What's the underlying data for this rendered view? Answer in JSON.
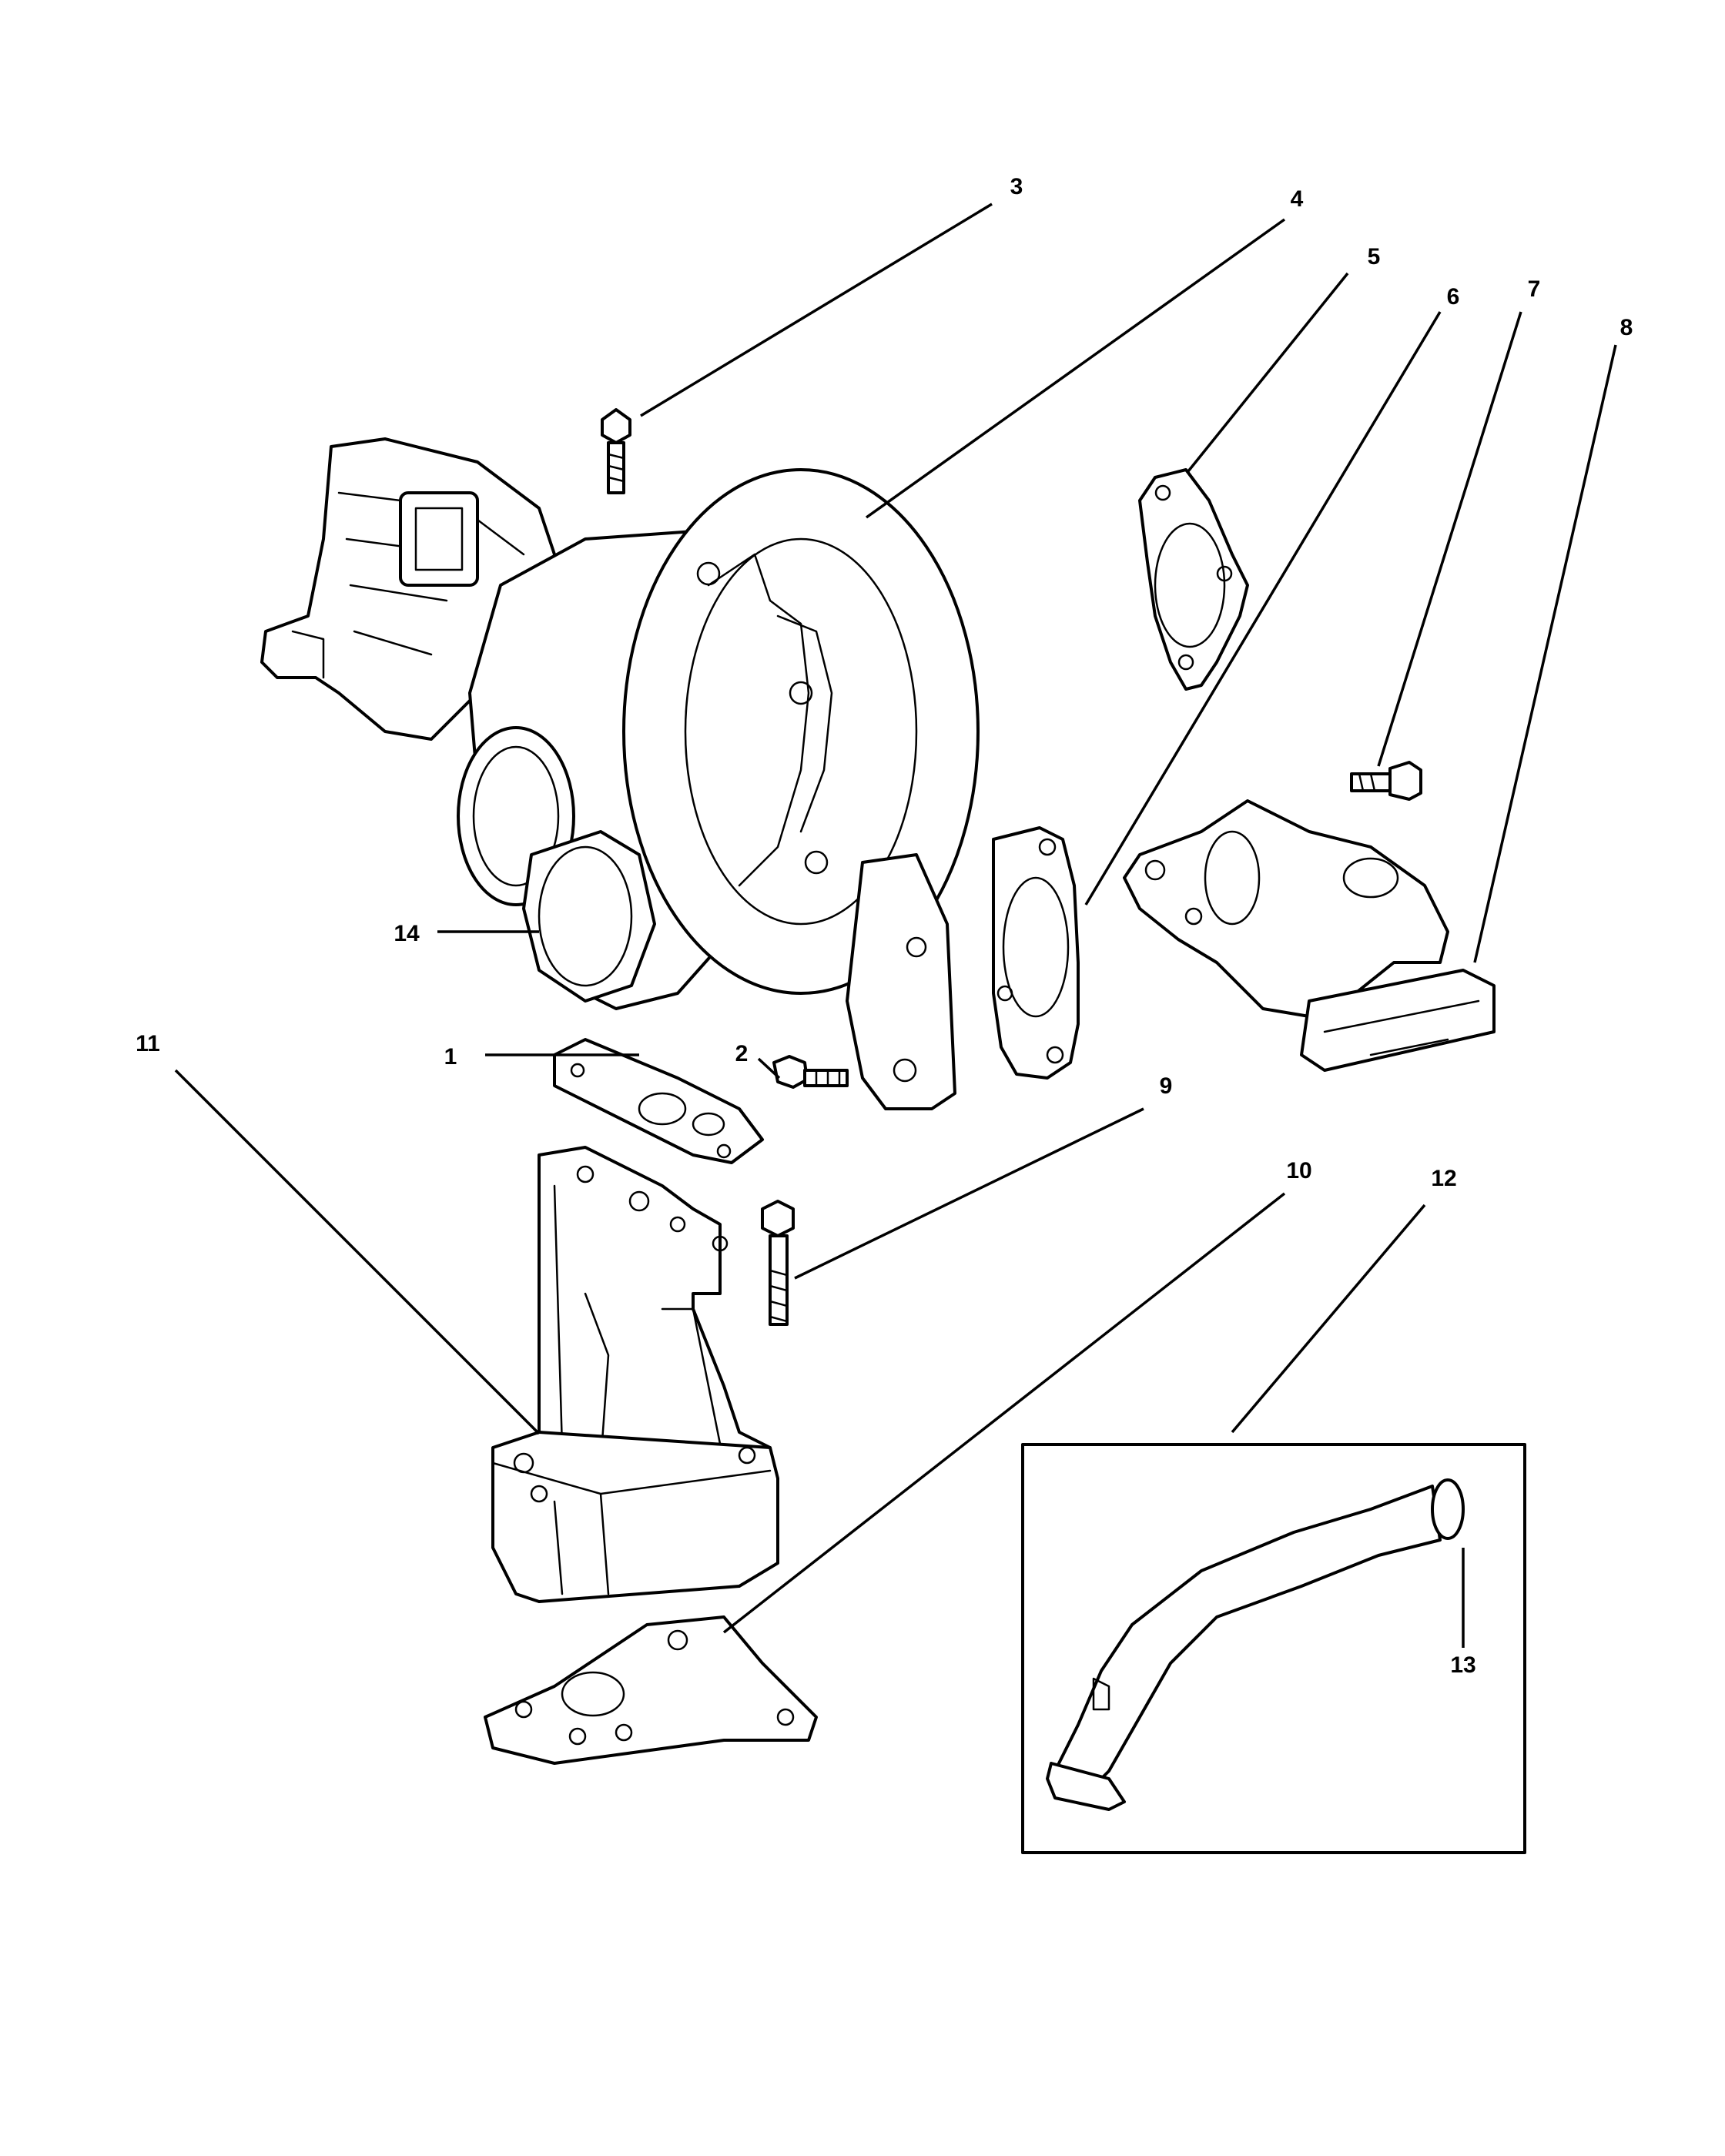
{
  "callouts": [
    {
      "id": "1",
      "label": "1"
    },
    {
      "id": "2",
      "label": "2"
    },
    {
      "id": "3",
      "label": "3"
    },
    {
      "id": "4",
      "label": "4"
    },
    {
      "id": "5",
      "label": "5"
    },
    {
      "id": "6",
      "label": "6"
    },
    {
      "id": "7",
      "label": "7"
    },
    {
      "id": "8",
      "label": "8"
    },
    {
      "id": "9",
      "label": "9"
    },
    {
      "id": "10",
      "label": "10"
    },
    {
      "id": "11",
      "label": "11"
    },
    {
      "id": "12",
      "label": "12"
    },
    {
      "id": "13",
      "label": "13"
    },
    {
      "id": "14",
      "label": "14"
    }
  ],
  "colors": {
    "line": "#000000",
    "background": "#ffffff"
  }
}
